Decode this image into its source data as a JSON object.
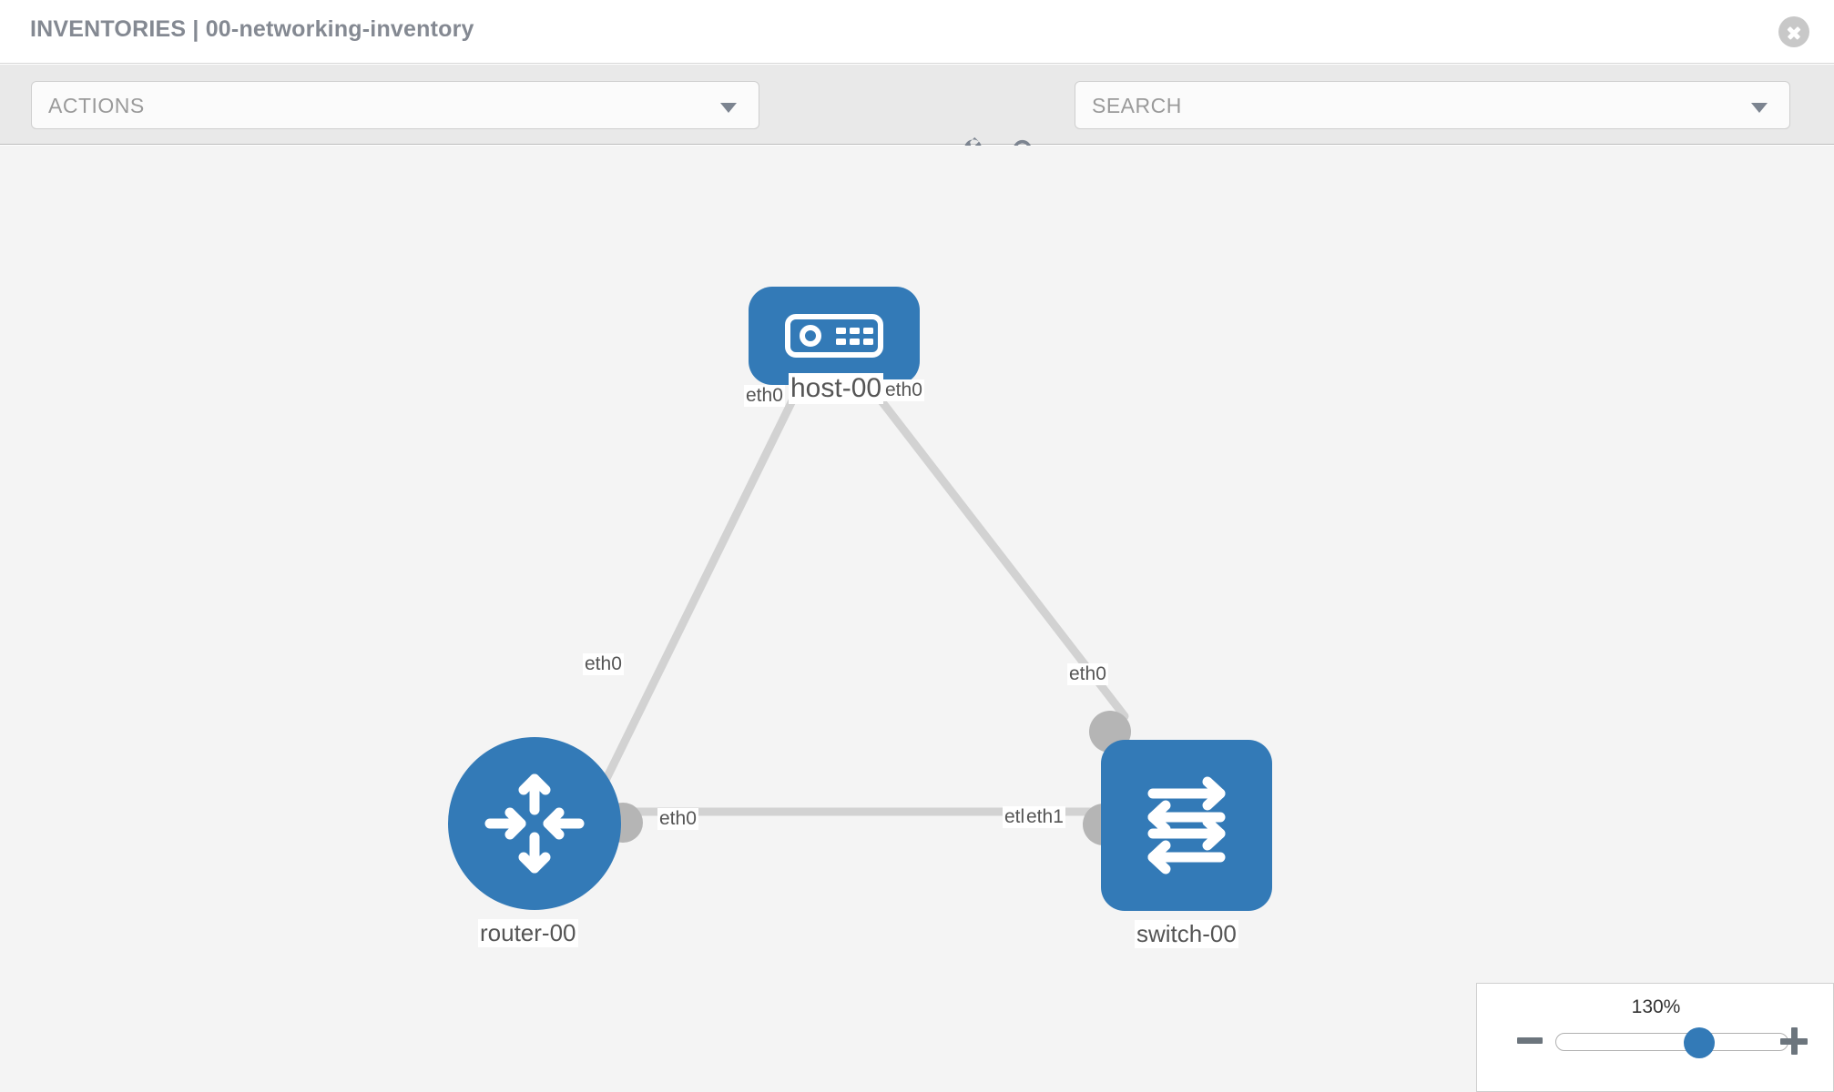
{
  "header": {
    "title": "INVENTORIES | 00-networking-inventory",
    "close_label": "close-icon"
  },
  "toolbar": {
    "actions_label": "ACTIONS",
    "actions_caret": "chevron-down-icon",
    "wrench_icon": "wrench-icon",
    "key_icon": "key-icon",
    "search_placeholder": "SEARCH",
    "search_caret": "chevron-down-icon"
  },
  "topology": {
    "nodes": [
      {
        "id": "host-00",
        "label": "host-00",
        "type": "host",
        "icon": "server-icon",
        "shape": "rounded-rect",
        "color": "#337ab7"
      },
      {
        "id": "router-00",
        "label": "router-00",
        "type": "router",
        "icon": "router-arrows-icon",
        "shape": "circle",
        "color": "#337ab7"
      },
      {
        "id": "switch-00",
        "label": "switch-00",
        "type": "switch",
        "icon": "switch-arrows-icon",
        "shape": "rounded-rect",
        "color": "#337ab7"
      }
    ],
    "edge_labels": {
      "host_left": "eth0",
      "host_right": "eth0",
      "router_to_host": "eth0",
      "switch_to_host": "eth0",
      "router_right": "eth0",
      "switch_left_overlap": "etl",
      "switch_left": "eth1"
    },
    "link_color": "#d2d2d2",
    "port_color": "#b5b5b5"
  },
  "zoom": {
    "value": "130%",
    "minus_label": "minus-icon",
    "plus_label": "plus-icon",
    "percent": 63
  }
}
